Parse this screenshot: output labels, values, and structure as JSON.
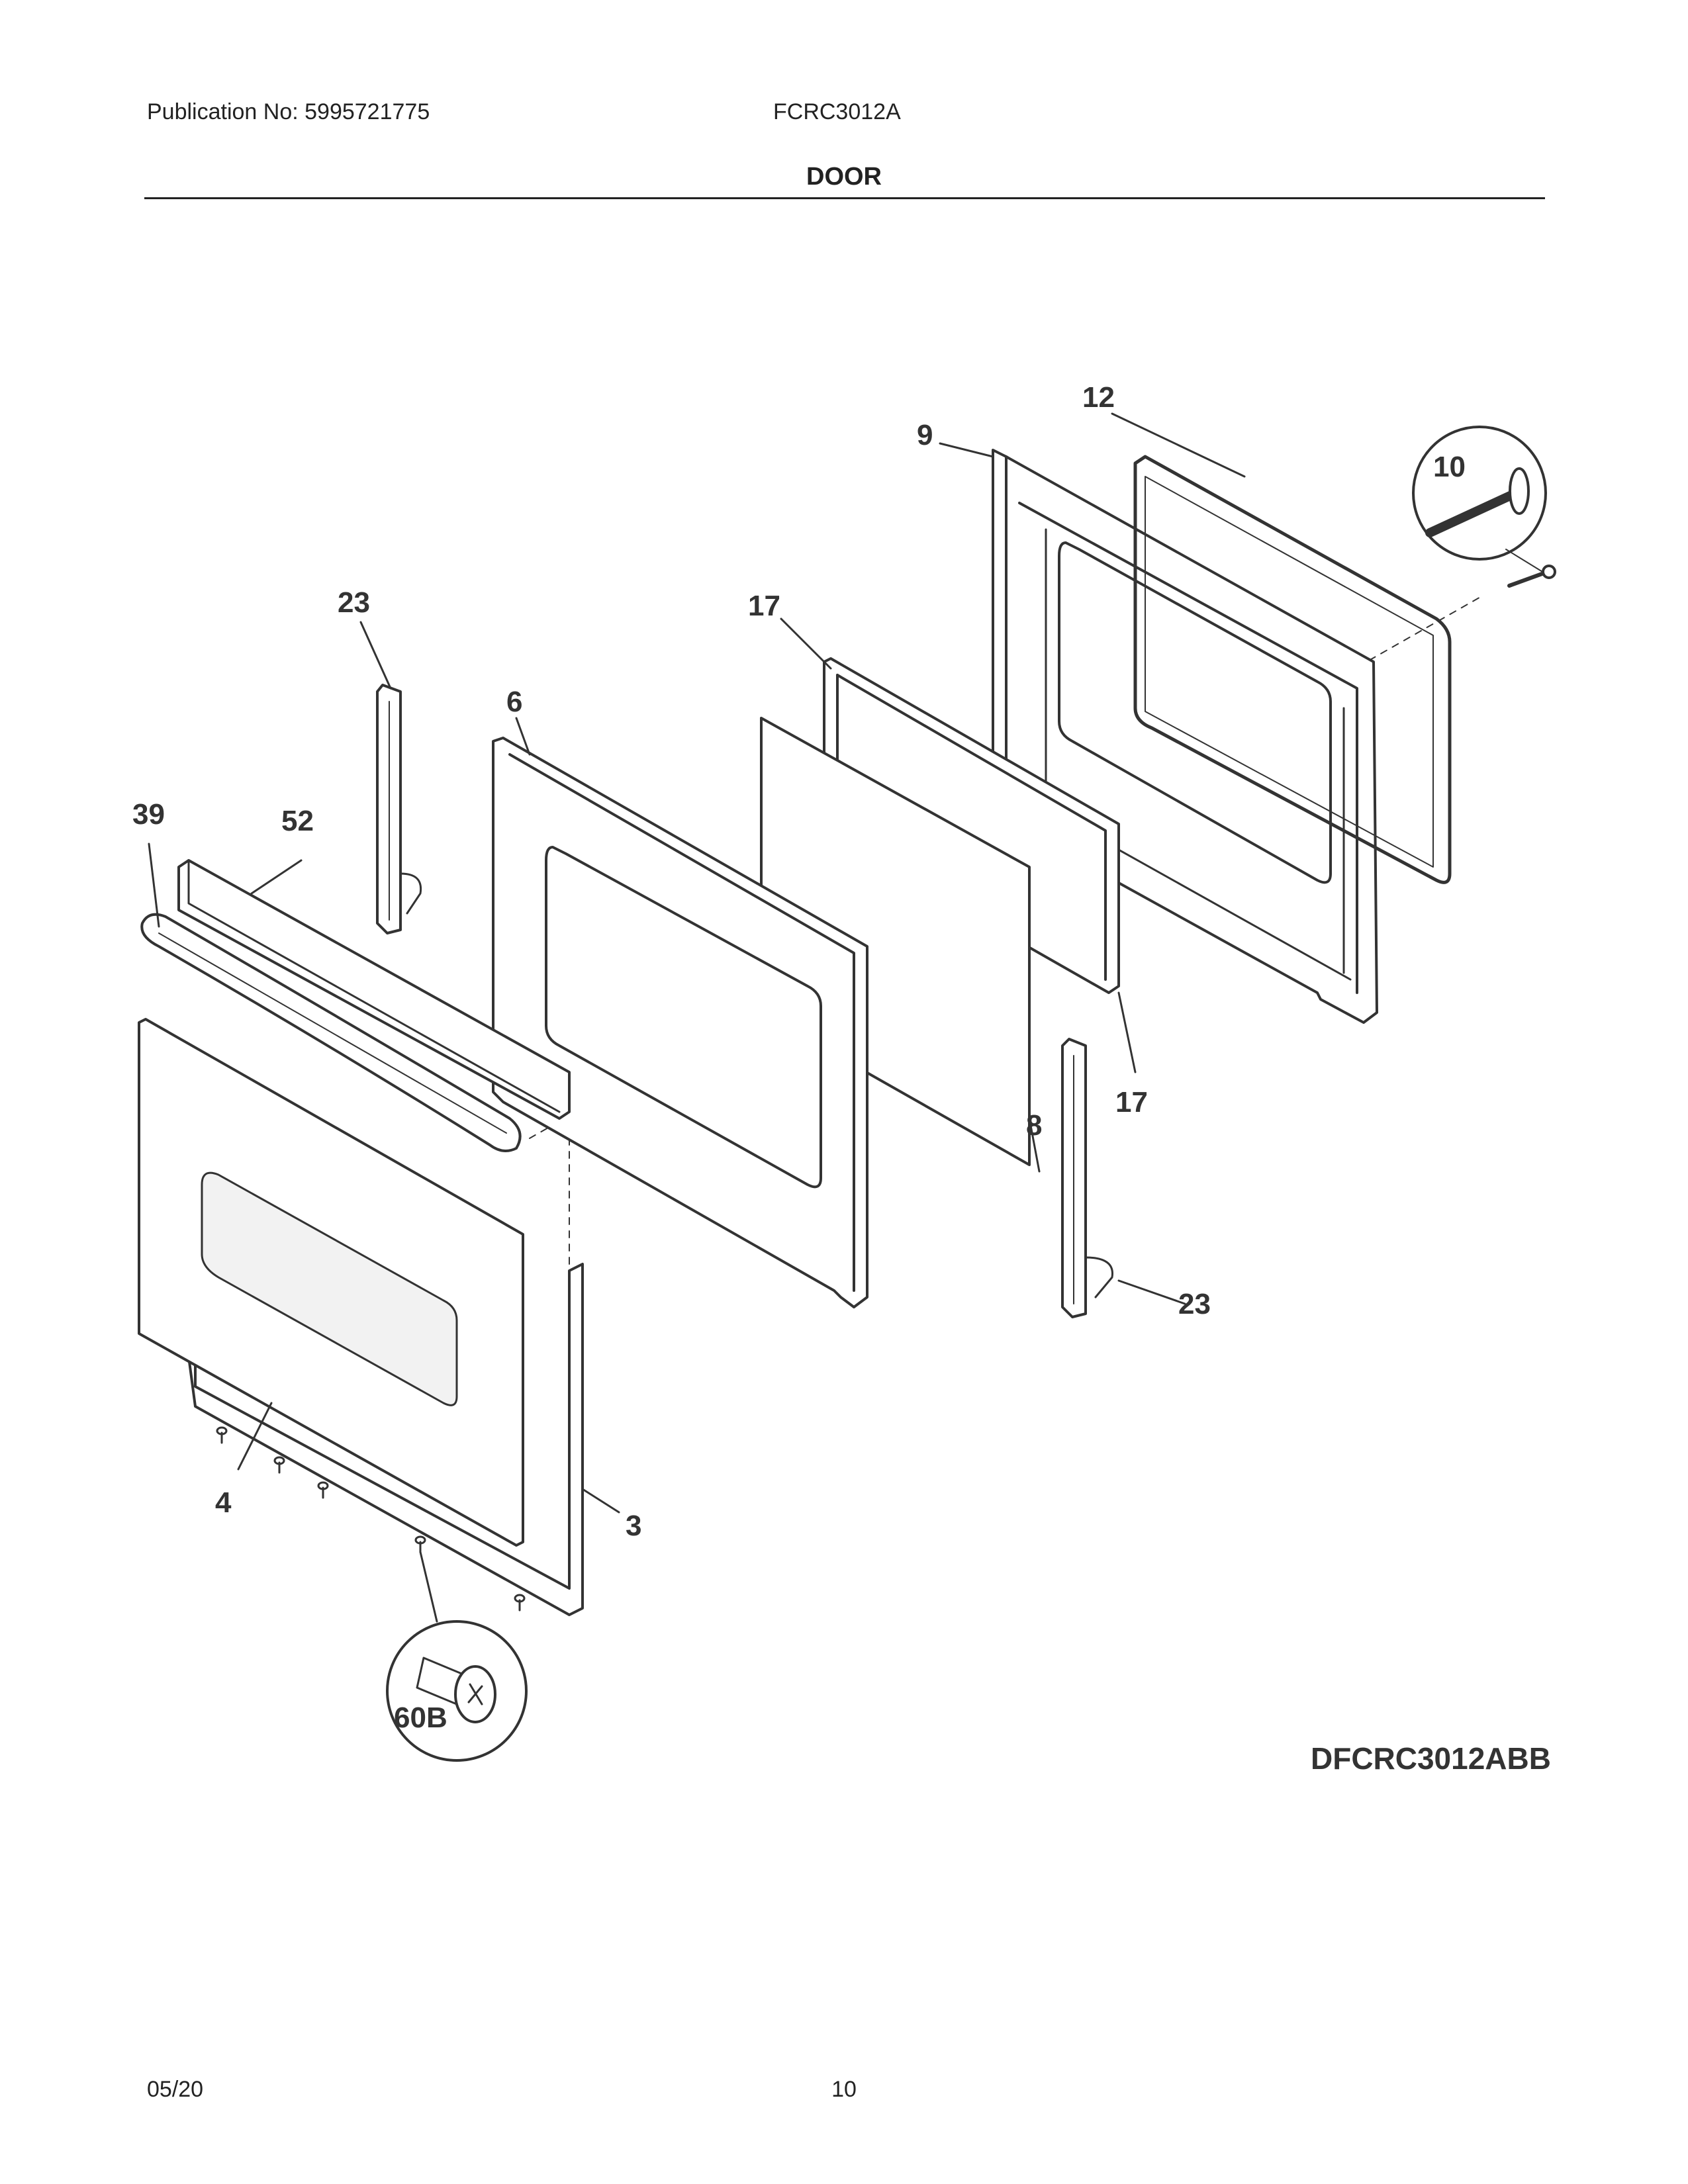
{
  "header": {
    "publication": "Publication No: 5995721775",
    "model": "FCRC3012A",
    "section_title": "DOOR"
  },
  "diagram": {
    "reference_code": "DFCRC3012ABB",
    "callouts": {
      "c12": "12",
      "c9": "9",
      "c10": "10",
      "c23_top": "23",
      "c17_top": "17",
      "c6": "6",
      "c39": "39",
      "c52": "52",
      "c8": "8",
      "c17_bottom": "17",
      "c23_bottom": "23",
      "c4": "4",
      "c3": "3",
      "c60b": "60B"
    }
  },
  "footer": {
    "date": "05/20",
    "page_number": "10"
  }
}
